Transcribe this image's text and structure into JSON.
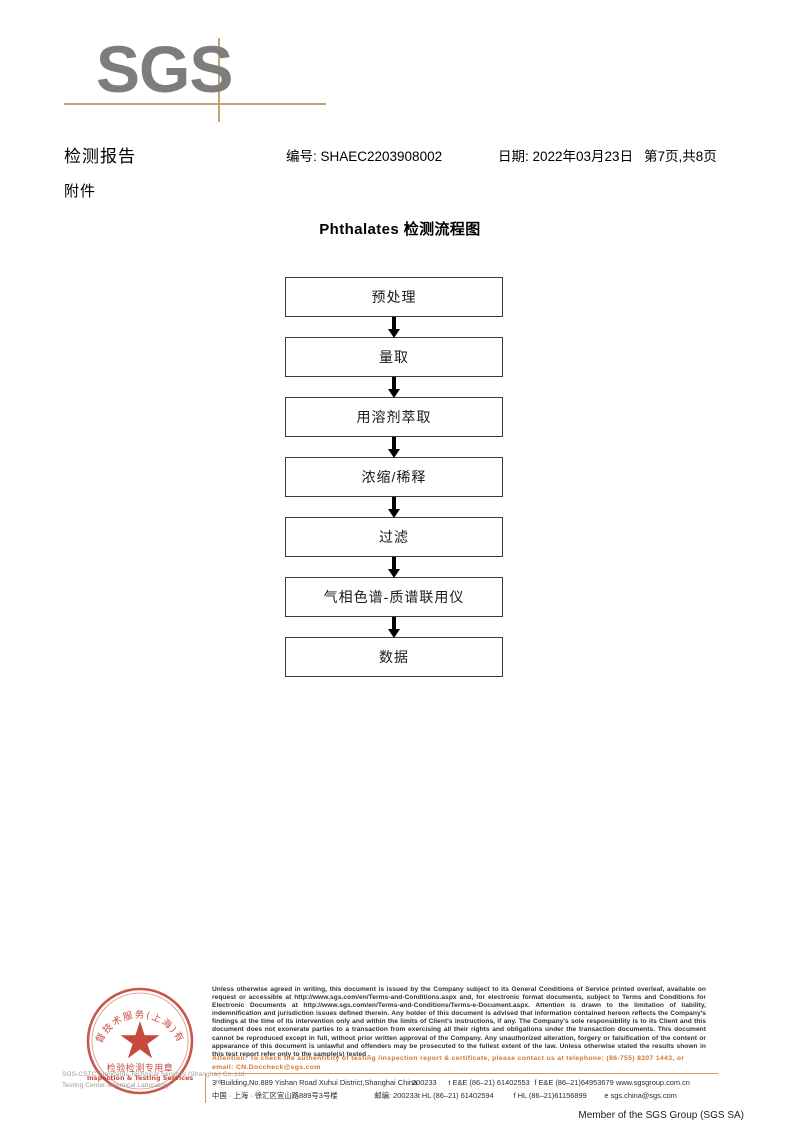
{
  "logo": {
    "text": "SGS"
  },
  "header": {
    "title": "检测报告",
    "report_no": "编号: SHAEC2203908002",
    "date": "日期: 2022年03月23日",
    "page": "第7页,共8页",
    "attachment": "附件"
  },
  "chart_data": {
    "type": "flowchart",
    "title": "Phthalates 检测流程图",
    "orientation": "vertical",
    "steps": [
      {
        "label": "预处理"
      },
      {
        "label": "量取"
      },
      {
        "label": "用溶剂萃取"
      },
      {
        "label": "浓缩/稀释"
      },
      {
        "label": "过滤"
      },
      {
        "label": "气相色谱-质谱联用仪"
      },
      {
        "label": "数据"
      }
    ],
    "connectors": "down-arrow"
  },
  "footer": {
    "stamp": {
      "outer_text": "市场监督技术服务(上海)有限公司",
      "line1": "检验检测专用章",
      "line2": "Inspection & Testing Services",
      "color": "#c0392b"
    },
    "stamp_caption": "SGS-CSTC Standards Technical Services (Shanghai) Co.,Ltd. Testing Center-Chemical Laboratory.",
    "disclaimer": "Unless otherwise agreed in writing, this document is issued by the Company subject to its General Conditions of Service printed overleaf, available on request or accessible at http://www.sgs.com/en/Terms-and-Conditions.aspx and, for electronic format documents, subject to Terms and Conditions for Electronic Documents at http://www.sgs.com/en/Terms-and-Conditions/Terms-e-Document.aspx. Attention is drawn to the limitation of liability, indemnification and jurisdiction issues defined therein. Any holder of this document is advised that information contained hereon reflects the Company's findings at the time of its intervention only and within the limits of Client's instructions, if any. The Company's sole responsibility is to its Client and this document does not exonerate parties to a transaction from exercising all their rights and obligations under the transaction documents. This document cannot be reproduced except in full, without prior written approval of the Company. Any unauthorized alteration, forgery or falsification of the content or appearance of this document is unlawful and offenders may be prosecuted to the fullest extent of the law. Unless otherwise stated the results shown in this test report refer only to the sample(s) tested .",
    "attention": "Attention: To check the authenticity of testing /inspection report & certificate, please contact us at telephone: (86-755) 8307 1443, or email: CN.Doccheck@sgs.com",
    "address_en": "3ʳᵈBuilding,No.889 Yishan Road Xuhui District,Shanghai China",
    "zip_en": "200233",
    "tel_en": "t E&E (86–21) 61402553",
    "fax_en": "f E&E (86–21)64953679",
    "web_en": "www.sgsgroup.com.cn",
    "address_cn": "中国 · 上海 · 徐汇区宜山路889号3号楼",
    "zip_cn": "邮编: 200233",
    "tel_cn": "t HL (86–21) 61402594",
    "fax_cn": "f HL (86–21)61156899",
    "email_cn": "e sgs.china@sgs.com",
    "member": "Member of the SGS Group (SGS SA)"
  },
  "colors": {
    "logo_gray": "#7d7d7d",
    "logo_tan": "#c6a377",
    "attention_orange": "#d4772f",
    "stamp_red": "#c0392b"
  }
}
